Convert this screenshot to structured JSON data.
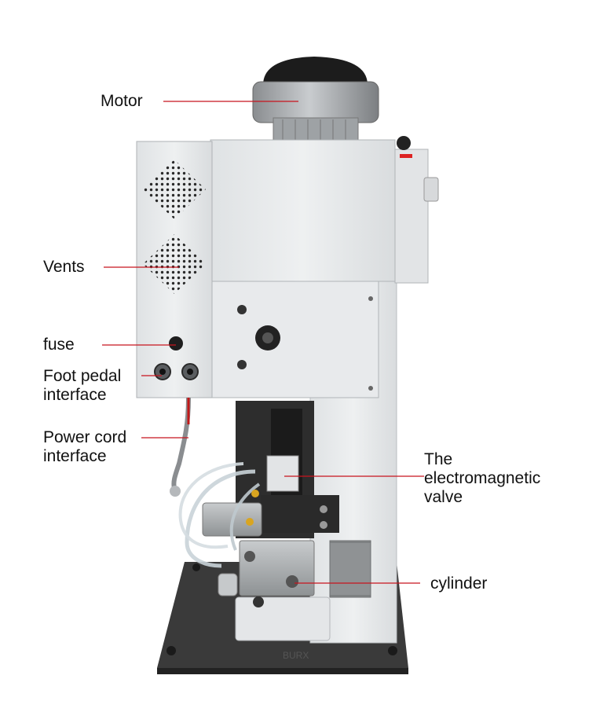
{
  "annotations": [
    {
      "id": "motor",
      "lines": [
        "Motor"
      ]
    },
    {
      "id": "vents",
      "lines": [
        "Vents"
      ]
    },
    {
      "id": "fuse",
      "lines": [
        "fuse"
      ]
    },
    {
      "id": "foot-pedal",
      "lines": [
        "Foot pedal",
        "interface"
      ]
    },
    {
      "id": "power-cord",
      "lines": [
        "Power cord",
        "interface"
      ]
    },
    {
      "id": "valve",
      "lines": [
        "The",
        "electromagnetic",
        "valve"
      ]
    },
    {
      "id": "cylinder",
      "lines": [
        "cylinder"
      ]
    }
  ],
  "colors": {
    "leader_line": "#c8141e",
    "body_panel": "#e9ebec",
    "base_plate": "#3b3b3b",
    "motor_cap": "#1c1c1c"
  },
  "watermark": "BURX"
}
